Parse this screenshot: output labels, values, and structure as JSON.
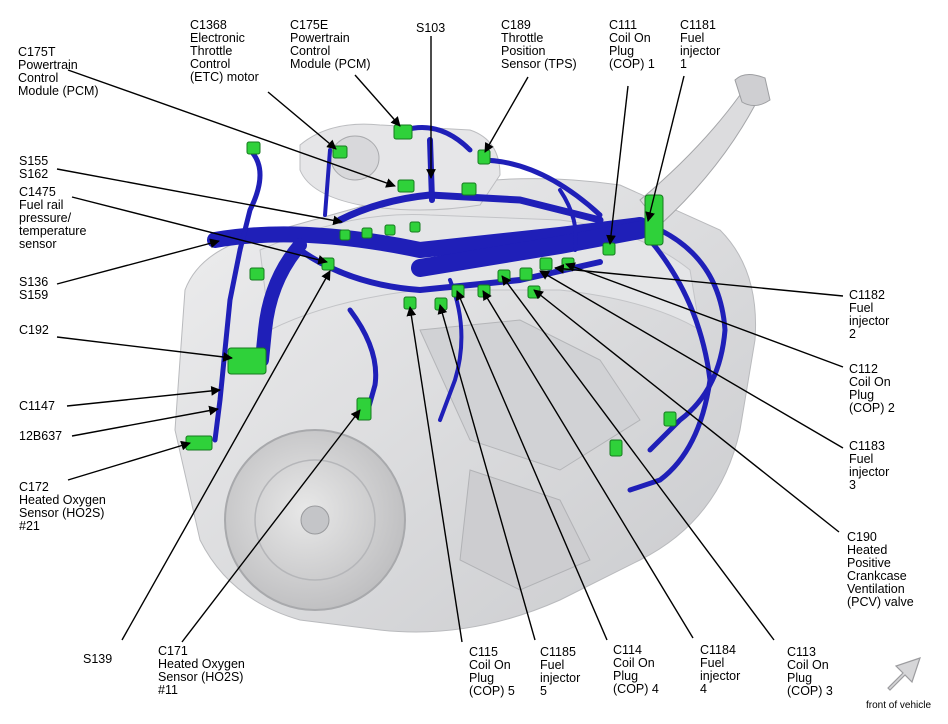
{
  "diagram": {
    "harness_color": "#1f1fb8",
    "connector_color": "#2fd13a",
    "engine_color": "#d9dadc",
    "labels": [
      {
        "id": "c175t",
        "lines": [
          "C175T",
          "Powertrain",
          "Control",
          "Module (PCM)"
        ]
      },
      {
        "id": "c1368",
        "lines": [
          "C1368",
          "Electronic",
          "Throttle",
          "Control",
          "(ETC) motor"
        ]
      },
      {
        "id": "c175e",
        "lines": [
          "C175E",
          "Powertrain",
          "Control",
          "Module (PCM)"
        ]
      },
      {
        "id": "s103",
        "lines": [
          "S103"
        ]
      },
      {
        "id": "c189",
        "lines": [
          "C189",
          "Throttle",
          "Position",
          "Sensor (TPS)"
        ]
      },
      {
        "id": "c111",
        "lines": [
          "C111",
          "Coil On",
          "Plug",
          "(COP) 1"
        ]
      },
      {
        "id": "c1181",
        "lines": [
          "C1181",
          "Fuel",
          "injector",
          "1"
        ]
      },
      {
        "id": "s155",
        "lines": [
          "S155",
          "S162"
        ]
      },
      {
        "id": "c1475",
        "lines": [
          "C1475",
          "Fuel rail",
          "pressure/",
          "temperature",
          "sensor"
        ]
      },
      {
        "id": "s136",
        "lines": [
          "S136",
          "S159"
        ]
      },
      {
        "id": "c192",
        "lines": [
          "C192"
        ]
      },
      {
        "id": "c1147",
        "lines": [
          "C1147"
        ]
      },
      {
        "id": "b12b637",
        "lines": [
          "12B637"
        ]
      },
      {
        "id": "c172",
        "lines": [
          "C172",
          "Heated Oxygen",
          "Sensor (HO2S)",
          "#21"
        ]
      },
      {
        "id": "s139",
        "lines": [
          "S139"
        ]
      },
      {
        "id": "c171",
        "lines": [
          "C171",
          "Heated Oxygen",
          "Sensor (HO2S)",
          "#11"
        ]
      },
      {
        "id": "c115",
        "lines": [
          "C115",
          "Coil On",
          "Plug",
          "(COP) 5"
        ]
      },
      {
        "id": "c1185",
        "lines": [
          "C1185",
          "Fuel",
          "injector",
          "5"
        ]
      },
      {
        "id": "c114",
        "lines": [
          "C114",
          "Coil On",
          "Plug",
          "(COP) 4"
        ]
      },
      {
        "id": "c1184",
        "lines": [
          "C1184",
          "Fuel",
          "injector",
          "4"
        ]
      },
      {
        "id": "c113",
        "lines": [
          "C113",
          "Coil On",
          "Plug",
          "(COP) 3"
        ]
      },
      {
        "id": "c1182",
        "lines": [
          "C1182",
          "Fuel",
          "injector",
          "2"
        ]
      },
      {
        "id": "c112",
        "lines": [
          "C112",
          "Coil On",
          "Plug",
          "(COP) 2"
        ]
      },
      {
        "id": "c1183",
        "lines": [
          "C1183",
          "Fuel",
          "injector",
          "3"
        ]
      },
      {
        "id": "c190",
        "lines": [
          "C190",
          "Heated",
          "Positive",
          "Crankcase",
          "Ventilation",
          "(PCV) valve"
        ]
      }
    ],
    "front_label": "front of vehicle"
  }
}
